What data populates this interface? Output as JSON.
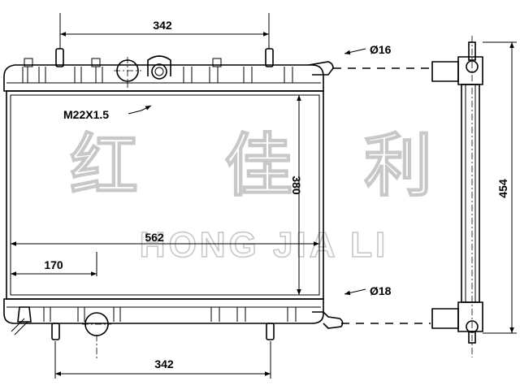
{
  "dimensions": {
    "top_pipe_spacing": "342",
    "bottom_pipe_spacing": "342",
    "core_width": "562",
    "core_height": "380",
    "outlet_offset": "170",
    "overall_height": "454"
  },
  "callouts": {
    "thread": "M22X1.5",
    "upper_pipe": "Ø16",
    "lower_pipe": "Ø18"
  },
  "watermark": {
    "cn": [
      "红",
      "佳",
      "利"
    ],
    "en": "HONG JIA LI"
  }
}
